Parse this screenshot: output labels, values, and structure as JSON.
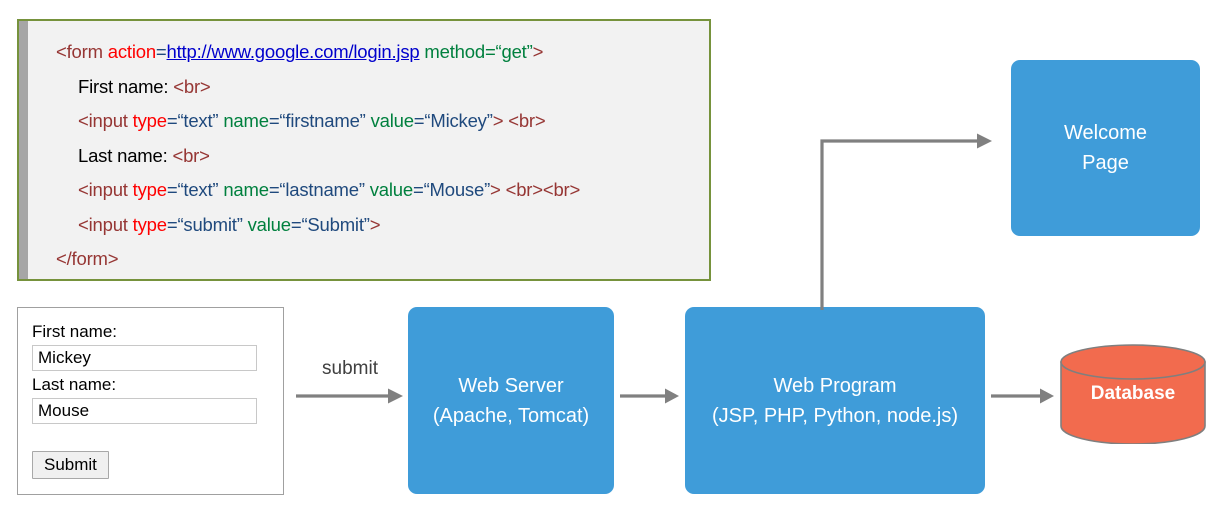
{
  "code_block": {
    "border_color": "#76923c",
    "background_color": "#f2f2f2",
    "gutter_color": "#a6a6a6",
    "lines": [
      {
        "indent": 0,
        "tokens": [
          {
            "text": "<form ",
            "style": "tag"
          },
          {
            "text": "action",
            "style": "attr"
          },
          {
            "text": "=",
            "style": "val"
          },
          {
            "text": "http://www.google.com/login.jsp",
            "style": "link"
          },
          {
            "text": " ",
            "style": "plain"
          },
          {
            "text": "method",
            "style": "attr-g"
          },
          {
            "text": "=“get”",
            "style": "green"
          },
          {
            "text": ">",
            "style": "tag"
          }
        ]
      },
      {
        "indent": 1,
        "tokens": [
          {
            "text": "First name: ",
            "style": "plain"
          },
          {
            "text": "<br>",
            "style": "tag"
          }
        ]
      },
      {
        "indent": 2,
        "tokens": [
          {
            "text": "<input ",
            "style": "tag"
          },
          {
            "text": "type",
            "style": "attr"
          },
          {
            "text": "=“text” ",
            "style": "val"
          },
          {
            "text": "name",
            "style": "attr-g"
          },
          {
            "text": "=“firstname” ",
            "style": "val"
          },
          {
            "text": "value",
            "style": "attr-g"
          },
          {
            "text": "=“Mickey”",
            "style": "val"
          },
          {
            "text": "> ",
            "style": "tag"
          },
          {
            "text": "<br>",
            "style": "tag"
          }
        ]
      },
      {
        "indent": 1,
        "tokens": [
          {
            "text": "Last name: ",
            "style": "plain"
          },
          {
            "text": "<br>",
            "style": "tag"
          }
        ]
      },
      {
        "indent": 2,
        "tokens": [
          {
            "text": "<input ",
            "style": "tag"
          },
          {
            "text": "type",
            "style": "attr"
          },
          {
            "text": "=“text” ",
            "style": "val"
          },
          {
            "text": "name",
            "style": "attr-g"
          },
          {
            "text": "=“lastname” ",
            "style": "val"
          },
          {
            "text": "value",
            "style": "attr-g"
          },
          {
            "text": "=“Mouse”",
            "style": "val"
          },
          {
            "text": "> ",
            "style": "tag"
          },
          {
            "text": "<br>",
            "style": "tag"
          },
          {
            "text": "<br>",
            "style": "tag"
          }
        ]
      },
      {
        "indent": 2,
        "tokens": [
          {
            "text": "<input ",
            "style": "tag"
          },
          {
            "text": "type",
            "style": "attr"
          },
          {
            "text": "=“submit” ",
            "style": "val"
          },
          {
            "text": "value",
            "style": "attr-g"
          },
          {
            "text": "=“Submit”",
            "style": "val"
          },
          {
            "text": ">",
            "style": "tag"
          }
        ]
      },
      {
        "indent": 0,
        "tokens": [
          {
            "text": "</form>",
            "style": "tag"
          }
        ]
      }
    ]
  },
  "browser_form": {
    "first_name_label": "First name:",
    "first_name_value": "Mickey",
    "last_name_label": "Last name:",
    "last_name_value": "Mouse",
    "submit_label": "Submit"
  },
  "diagram": {
    "box_color": "#3f9cd9",
    "db_color": "#f26b4e",
    "arrow_color": "#808080",
    "welcome_page": {
      "line1": "Welcome",
      "line2": "Page"
    },
    "web_server": {
      "line1": "Web Server",
      "line2": "(Apache, Tomcat)"
    },
    "web_program": {
      "line1": "Web Program",
      "line2": "(JSP, PHP, Python, node.js)"
    },
    "database": {
      "label": "Database"
    },
    "submit_arrow_label": "submit"
  }
}
